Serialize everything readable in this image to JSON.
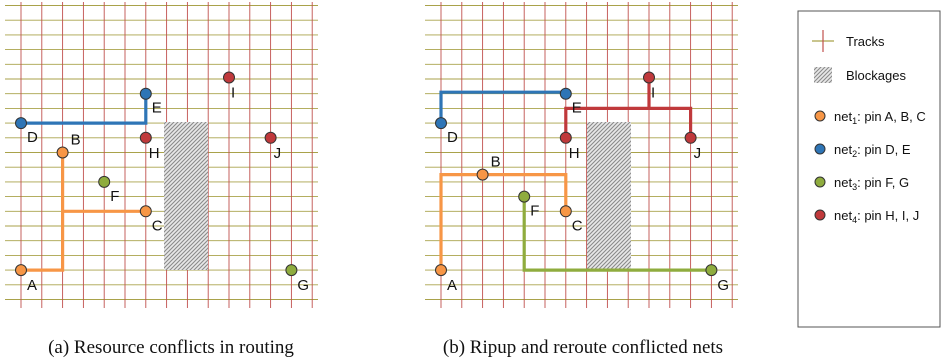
{
  "colors": {
    "track_horizontal": "#a9a24a",
    "track_vertical": "#c0504d",
    "net1": "#f79646",
    "net2": "#2e75b6",
    "net3": "#8fac3e",
    "net4": "#c0393b",
    "pin_outline": "#333333"
  },
  "panels": [
    {
      "caption": "(a) Resource conflicts in routing",
      "pins": [
        {
          "id": "A",
          "col": 0,
          "row": 13,
          "net": "net1",
          "label_dx": 6,
          "label_dy": 20
        },
        {
          "id": "B",
          "col": 2,
          "row": 5,
          "net": "net1",
          "label_dx": 8,
          "label_dy": -8
        },
        {
          "id": "C",
          "col": 6,
          "row": 9,
          "net": "net1",
          "label_dx": 6,
          "label_dy": 19
        },
        {
          "id": "D",
          "col": 0,
          "row": 3,
          "net": "net2",
          "label_dx": 6,
          "label_dy": 19
        },
        {
          "id": "E",
          "col": 6,
          "row": 1,
          "net": "net2",
          "label_dx": 6,
          "label_dy": 19
        },
        {
          "id": "F",
          "col": 4,
          "row": 7,
          "net": "net3",
          "label_dx": 6,
          "label_dy": 19
        },
        {
          "id": "G",
          "col": 13,
          "row": 13,
          "net": "net3",
          "label_dx": 6,
          "label_dy": 20
        },
        {
          "id": "H",
          "col": 6,
          "row": 4,
          "net": "net4",
          "label_dx": 3,
          "label_dy": 20
        },
        {
          "id": "I",
          "col": 10,
          "row": -0.1,
          "net": "net4",
          "label_dx": 2,
          "label_dy": 20
        },
        {
          "id": "J",
          "col": 12,
          "row": 4,
          "net": "net4",
          "label_dx": 3,
          "label_dy": 20
        }
      ],
      "routes": [
        {
          "net": "net1",
          "points": [
            [
              0,
              13
            ],
            [
              2,
              13
            ],
            [
              2,
              5
            ]
          ]
        },
        {
          "net": "net1",
          "points": [
            [
              2,
              9
            ],
            [
              6,
              9
            ]
          ]
        },
        {
          "net": "net2",
          "points": [
            [
              0,
              3
            ],
            [
              6,
              3
            ],
            [
              6,
              1
            ]
          ]
        }
      ]
    },
    {
      "caption": "(b) Ripup and reroute conflicted nets",
      "pins": [
        {
          "id": "A",
          "col": 0,
          "row": 13,
          "net": "net1",
          "label_dx": 6,
          "label_dy": 20
        },
        {
          "id": "B",
          "col": 2,
          "row": 6.5,
          "net": "net1",
          "label_dx": 8,
          "label_dy": -8
        },
        {
          "id": "C",
          "col": 6,
          "row": 9,
          "net": "net1",
          "label_dx": 6,
          "label_dy": 19
        },
        {
          "id": "D",
          "col": 0,
          "row": 3,
          "net": "net2",
          "label_dx": 6,
          "label_dy": 19
        },
        {
          "id": "E",
          "col": 6,
          "row": 1,
          "net": "net2",
          "label_dx": 6,
          "label_dy": 19
        },
        {
          "id": "F",
          "col": 4,
          "row": 8,
          "net": "net3",
          "label_dx": 6,
          "label_dy": 19
        },
        {
          "id": "G",
          "col": 13,
          "row": 13,
          "net": "net3",
          "label_dx": 6,
          "label_dy": 20
        },
        {
          "id": "H",
          "col": 6,
          "row": 4,
          "net": "net4",
          "label_dx": 3,
          "label_dy": 20
        },
        {
          "id": "I",
          "col": 10,
          "row": -0.1,
          "net": "net4",
          "label_dx": 2,
          "label_dy": 20
        },
        {
          "id": "J",
          "col": 12,
          "row": 4,
          "net": "net4",
          "label_dx": 3,
          "label_dy": 20
        }
      ],
      "routes": [
        {
          "net": "net1",
          "points": [
            [
              0,
              13
            ],
            [
              0,
              6.5
            ],
            [
              6,
              6.5
            ],
            [
              6,
              9
            ]
          ]
        },
        {
          "net": "net2",
          "points": [
            [
              0,
              3
            ],
            [
              0,
              0.9
            ],
            [
              6,
              0.9
            ],
            [
              6,
              1
            ]
          ]
        },
        {
          "net": "net3",
          "points": [
            [
              4,
              8
            ],
            [
              4,
              13
            ],
            [
              13,
              13
            ]
          ]
        },
        {
          "net": "net4",
          "points": [
            [
              6,
              4
            ],
            [
              6,
              2
            ],
            [
              12,
              2
            ],
            [
              12,
              4
            ]
          ]
        },
        {
          "net": "net4",
          "points": [
            [
              10,
              -0.1
            ],
            [
              10,
              2
            ]
          ]
        }
      ]
    }
  ],
  "legend": {
    "items": [
      {
        "kind": "tracks",
        "text": "Tracks"
      },
      {
        "kind": "blockage",
        "text": "Blockages"
      },
      {
        "kind": "pin",
        "net": "net1",
        "prefix": "net",
        "sub": "1",
        "suffix": ": pin A, B, C"
      },
      {
        "kind": "pin",
        "net": "net2",
        "prefix": "net",
        "sub": "2",
        "suffix": ": pin D, E"
      },
      {
        "kind": "pin",
        "net": "net3",
        "prefix": "net",
        "sub": "3",
        "suffix": ": pin F, G"
      },
      {
        "kind": "pin",
        "net": "net4",
        "prefix": "net",
        "sub": "4",
        "suffix": ": pin H, I, J"
      }
    ]
  }
}
